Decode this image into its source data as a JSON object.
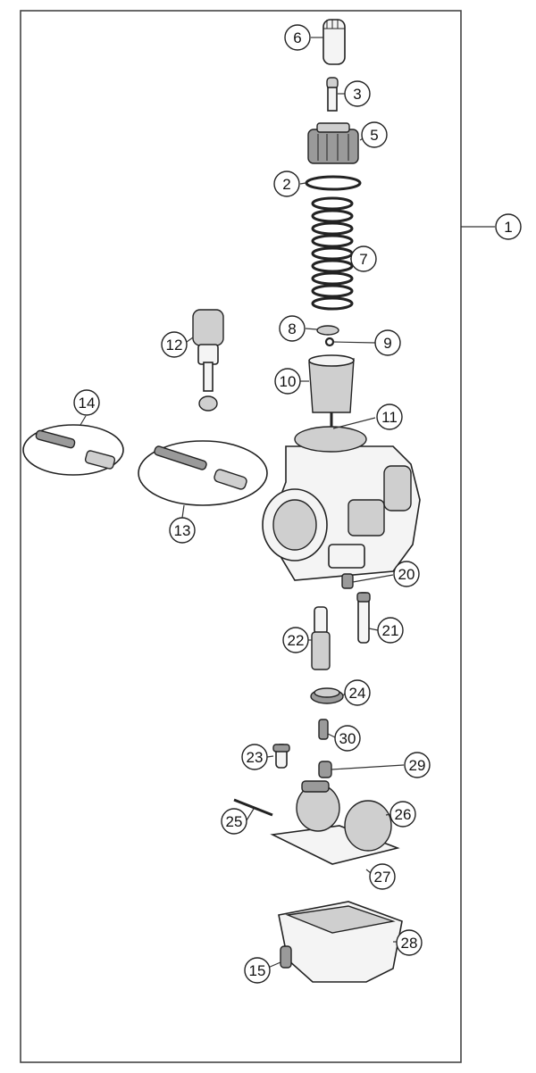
{
  "callouts": [
    {
      "id": "1",
      "label": "1"
    },
    {
      "id": "2",
      "label": "2"
    },
    {
      "id": "3",
      "label": "3"
    },
    {
      "id": "5",
      "label": "5"
    },
    {
      "id": "6",
      "label": "6"
    },
    {
      "id": "7",
      "label": "7"
    },
    {
      "id": "8",
      "label": "8"
    },
    {
      "id": "9",
      "label": "9"
    },
    {
      "id": "10",
      "label": "10"
    },
    {
      "id": "11",
      "label": "11"
    },
    {
      "id": "12",
      "label": "12"
    },
    {
      "id": "13",
      "label": "13"
    },
    {
      "id": "14",
      "label": "14"
    },
    {
      "id": "15",
      "label": "15"
    },
    {
      "id": "20",
      "label": "20"
    },
    {
      "id": "21",
      "label": "21"
    },
    {
      "id": "22",
      "label": "22"
    },
    {
      "id": "23",
      "label": "23"
    },
    {
      "id": "24",
      "label": "24"
    },
    {
      "id": "25",
      "label": "25"
    },
    {
      "id": "26",
      "label": "26"
    },
    {
      "id": "27",
      "label": "27"
    },
    {
      "id": "28",
      "label": "28"
    },
    {
      "id": "29",
      "label": "29"
    },
    {
      "id": "30",
      "label": "30"
    }
  ]
}
